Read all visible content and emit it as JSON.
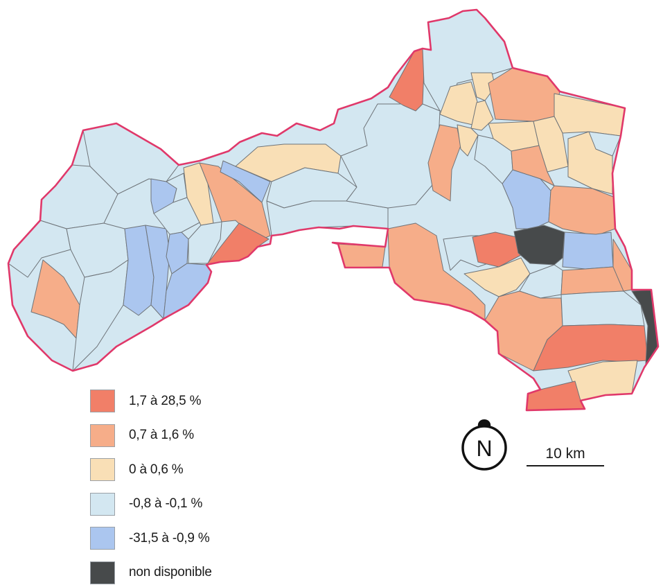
{
  "colors": {
    "class_1": "#f17f68",
    "class_2": "#f6ad89",
    "class_3": "#f9dfb6",
    "class_4": "#d3e7f1",
    "class_5": "#abc6ef",
    "class_na": "#474a4b",
    "outline": "#e0386a"
  },
  "legend": {
    "items": [
      {
        "key": "class_1",
        "label": "1,7 à 28,5 %"
      },
      {
        "key": "class_2",
        "label": "0,7 à 1,6 %"
      },
      {
        "key": "class_3",
        "label": "0 à 0,6 %"
      },
      {
        "key": "class_4",
        "label": "-0,8 à -0,1 %"
      },
      {
        "key": "class_5",
        "label": "-31,5 à -0,9 %"
      },
      {
        "key": "class_na",
        "label": "non disponible"
      }
    ]
  },
  "north_arrow": {
    "label": "N",
    "icon": "north-arrow-icon"
  },
  "scale_bar": {
    "label": "10 km"
  }
}
